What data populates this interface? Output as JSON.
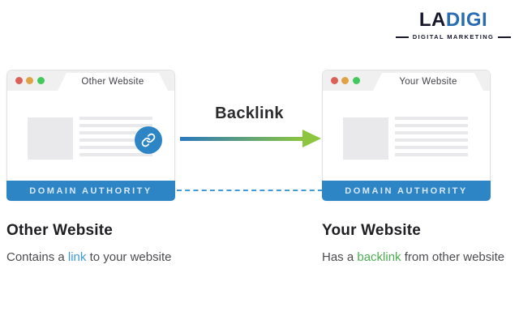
{
  "logo": {
    "brand_prefix": "LA",
    "brand_suffix": "DIGI",
    "tagline": "DIGITAL MARKETING"
  },
  "diagram": {
    "arrow_label": "Backlink",
    "left_window": {
      "tab_title": "Other Website",
      "footer_label": "DOMAIN AUTHORITY"
    },
    "right_window": {
      "tab_title": "Your Website",
      "footer_label": "DOMAIN AUTHORITY"
    }
  },
  "captions": {
    "left": {
      "heading": "Other Website",
      "text_before": "Contains a ",
      "highlight_word": "link",
      "text_after": " to your website"
    },
    "right": {
      "heading": "Your Website",
      "text_before": "Has a ",
      "highlight_word": "backlink",
      "text_after": " from other website"
    }
  },
  "icons": {
    "link_badge": "chain-link-icon",
    "window_dots": "traffic-light-dots"
  },
  "colors": {
    "primary_blue": "#2d85c6",
    "footer_text": "#d8e8f6",
    "dash_blue": "#3e9bd6",
    "arrow_blue": "#2c78bd",
    "arrow_green": "#8cc63f",
    "link_word_blue": "#3d9ad6",
    "backlink_word_green": "#4caf50",
    "dot_red": "#dd6058",
    "dot_orange": "#dfa244",
    "dot_green": "#42c85c",
    "header_gray": "#f0f0f1",
    "placeholder_gray": "#e9e9ec",
    "border_gray": "#e2e2e6",
    "heading_dark": "#1f1f23",
    "body_gray": "#4c4c50",
    "tab_text": "#3f3f46",
    "label_dark": "#2b2b2e",
    "logo_dark": "#17172f",
    "logo_blue": "#2a6cb4"
  }
}
